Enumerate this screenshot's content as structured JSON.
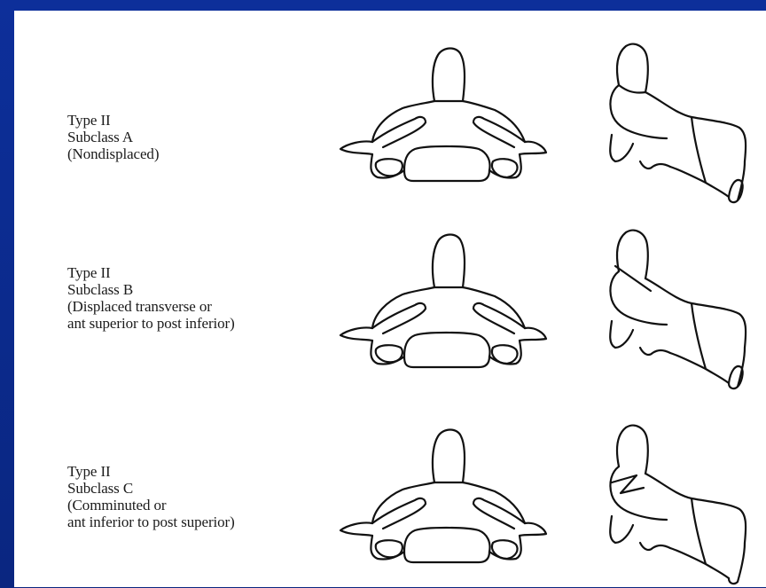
{
  "rows": [
    {
      "id": "subclass-a",
      "type": "Type II",
      "subclass": "Subclass A",
      "desc1": "(Nondisplaced)",
      "desc2": ""
    },
    {
      "id": "subclass-b",
      "type": "Type II",
      "subclass": "Subclass B",
      "desc1": "(Displaced transverse or",
      "desc2": "ant superior to post inferior)"
    },
    {
      "id": "subclass-c",
      "type": "Type II",
      "subclass": "Subclass C",
      "desc1": "(Comminuted or",
      "desc2": "ant inferior to post superior)"
    }
  ],
  "colors": {
    "background": "#0b2a8c",
    "panel": "#ffffff",
    "stroke": "#111111"
  }
}
